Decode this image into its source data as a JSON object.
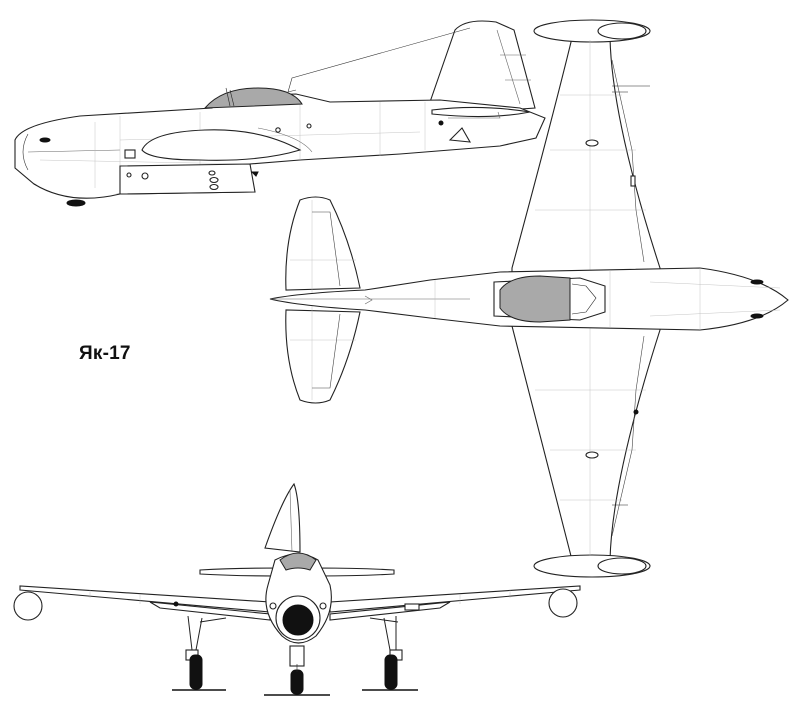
{
  "title": "Як-17",
  "colors": {
    "line": "#222222",
    "fill": "#ffffff",
    "canopy_glass": "#a9a9a9",
    "panel_grid": "#b8b8b8"
  },
  "views": [
    {
      "name": "side-view"
    },
    {
      "name": "top-view"
    },
    {
      "name": "front-view"
    }
  ]
}
